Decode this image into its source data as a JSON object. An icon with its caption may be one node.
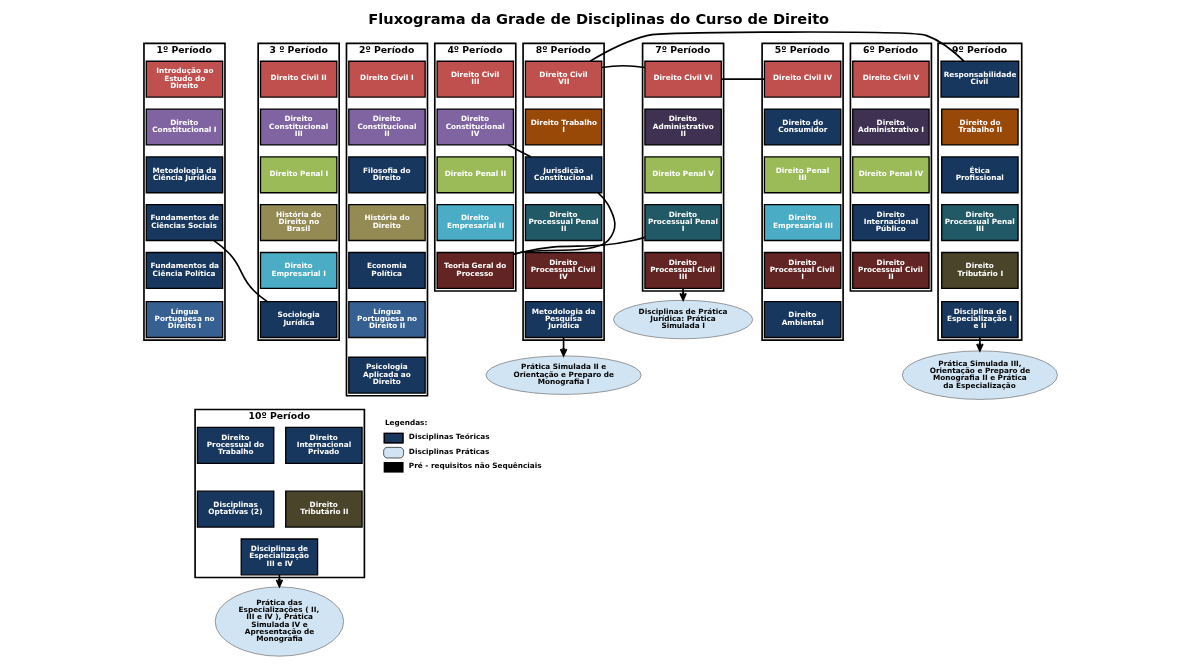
{
  "diagram": {
    "title": "Fluxograma da Grade de Disciplinas do Curso de Direito",
    "nodes": [
      {
        "text": [
          "1º Período"
        ]
      },
      {
        "text": [
          "Introdução ao Estudo do Direito"
        ],
        "in": 0
      },
      {
        "text": [
          "Direito Constitucional I"
        ],
        "in": 0
      },
      {
        "text": [
          "Metodologia da Ciência Jurídica"
        ],
        "in": 0
      },
      {
        "text": [
          "Fundamentos de Ciências Sociais"
        ],
        "in": 0
      },
      {
        "text": [
          "Fundamentos da Ciência Política"
        ],
        "in": 0
      },
      {
        "text": [
          "Língua Portuguesa no Direito I"
        ],
        "in": 0
      },
      {
        "text": [
          "2º Período"
        ]
      },
      {
        "text": [
          "Direito Civil I"
        ],
        "in": 7
      },
      {
        "text": [
          "Direito Constitucional II"
        ],
        "in": 7
      },
      {
        "text": [
          "Filosofia do Direito"
        ],
        "in": 7
      },
      {
        "text": [
          "História do Direito"
        ],
        "in": 7
      },
      {
        "text": [
          "Economia Política"
        ],
        "in": 7
      },
      {
        "text": [
          "Língua Portuguesa no Direito II"
        ],
        "in": 7
      },
      {
        "text": [
          "Psicologia Aplicada ao Direito"
        ],
        "in": 7
      },
      {
        "text": [
          "3 º Período"
        ]
      },
      {
        "text": [
          "Direito Civil II"
        ],
        "in": 15
      },
      {
        "text": [
          "Direito Constitucional III"
        ],
        "in": 15
      },
      {
        "text": [
          "Direito Penal I"
        ],
        "in": 15
      },
      {
        "text": [
          "História do Direito no Brasil"
        ],
        "in": 15
      },
      {
        "text": [
          "Direito Empresarial I"
        ],
        "in": 15
      },
      {
        "text": [
          "Sociologia Jurídica"
        ],
        "in": 15
      },
      {
        "text": [
          "4º Período"
        ]
      },
      {
        "text": [
          "Direito Civil III"
        ],
        "in": 22
      },
      {
        "text": [
          "Direito Constitucional IV"
        ],
        "in": 22
      },
      {
        "text": [
          "Direito Penal II"
        ],
        "in": 22
      },
      {
        "text": [
          "Direito Empresarial II"
        ],
        "in": 22
      },
      {
        "text": [
          "Teoria Geral do Processo"
        ],
        "in": 22
      },
      {
        "text": [
          "5º Período"
        ]
      },
      {
        "text": [
          "Direito Civil IV"
        ],
        "in": 28
      },
      {
        "text": [
          "Direito do Consumidor"
        ],
        "in": 28
      },
      {
        "text": [
          "Direito Penal III"
        ],
        "in": 28
      },
      {
        "text": [
          "Direito Empresarial III"
        ],
        "in": 28
      },
      {
        "text": [
          "Direito Processual Civil I"
        ],
        "in": 28
      },
      {
        "text": [
          "Direito Ambiental"
        ],
        "in": 28
      },
      {
        "text": [
          "6º Período"
        ]
      },
      {
        "text": [
          "Direito Civil V"
        ],
        "in": 35
      },
      {
        "text": [
          "Direito Administrativo I"
        ],
        "in": 35
      },
      {
        "text": [
          "Direito Penal IV"
        ],
        "in": 35
      },
      {
        "text": [
          "Direito Internacional Público"
        ],
        "in": 35
      },
      {
        "text": [
          "Direito Processual Civil II"
        ],
        "in": 35
      },
      {
        "text": [
          "7º Período"
        ]
      },
      {
        "text": [
          "Direito Civil VI"
        ],
        "in": 41
      },
      {
        "text": [
          "Direito Administrativo II"
        ],
        "in": 41
      },
      {
        "text": [
          "Direito Penal V"
        ],
        "in": 41
      },
      {
        "text": [
          "Direito Processual Penal I"
        ],
        "in": 41
      },
      {
        "text": [
          "Direito Processual Civil III"
        ],
        "in": 41
      },
      {
        "text": [
          "8º Período"
        ]
      },
      {
        "text": [
          "Direito Civil VII"
        ],
        "in": 47
      },
      {
        "text": [
          "Direito Trabalho I"
        ],
        "in": 47
      },
      {
        "text": [
          "Jurisdição Constitucional"
        ],
        "in": 47
      },
      {
        "text": [
          "Direito Processual Penal II"
        ],
        "in": 47
      },
      {
        "text": [
          "Direito Processual Civil IV"
        ],
        "in": 47
      },
      {
        "text": [
          "Metodologia da Pesquisa Jurídica"
        ],
        "in": 47
      },
      {
        "text": [
          "9º Período"
        ]
      },
      {
        "text": [
          "Responsabilidade Civil"
        ],
        "in": 54
      },
      {
        "text": [
          "Direito do Trabalho II"
        ],
        "in": 54
      },
      {
        "text": [
          "Ética Profissional"
        ],
        "in": 54
      },
      {
        "text": [
          "Direito Processual Penal III"
        ],
        "in": 54
      },
      {
        "text": [
          "Direito Tributário I"
        ],
        "in": 54
      },
      {
        "text": [
          "Disciplina de Especialização I e II"
        ],
        "in": 54
      },
      {
        "text": [
          "10º Período"
        ]
      },
      {
        "text": [
          "Direito Internacional Privado"
        ],
        "in": 61
      },
      {
        "text": [
          "Direito Processual do Trabalho"
        ],
        "in": 61
      },
      {
        "text": [
          "Direito Tributário II"
        ],
        "in": 61
      },
      {
        "text": [
          "Disciplinas Optativas (2)"
        ],
        "in": 61
      },
      {
        "text": [
          "Disciplinas de Especialização III e IV"
        ],
        "in": 61
      },
      {
        "text": [
          "Prática Simulada III, Orientação e Preparo de Monografia II e Prática da Especialização"
        ]
      },
      {
        "text": [
          "Prática Simulada II e Orientação e Preparo de Monografia I"
        ]
      },
      {
        "text": [
          "Disciplinas de Prática Jurídica: Prática Simulada I"
        ]
      },
      {
        "text": [
          "Prática das Especializações ( II, III e IV ), Prática Simulada IV e Apresentação de Monografia"
        ]
      }
    ],
    "edges": [
      {
        "from": 4,
        "to": 21,
        "arrow": "none"
      },
      {
        "from": 24,
        "to": 50,
        "arrow": "none"
      },
      {
        "from": 27,
        "to": 45,
        "arrow": "none"
      },
      {
        "from": 27,
        "to": 50,
        "arrow": "none"
      },
      {
        "from": 29,
        "to": 42,
        "arrow": "none"
      },
      {
        "from": 42,
        "to": 48,
        "arrow": "none"
      },
      {
        "from": 48,
        "to": 55,
        "arrow": "none"
      },
      {
        "from": 46,
        "to": 69,
        "arrow": "to"
      },
      {
        "from": 53,
        "to": 68,
        "arrow": "to"
      },
      {
        "from": 60,
        "to": 67,
        "arrow": "to"
      },
      {
        "from": 66,
        "to": 70,
        "arrow": "to"
      }
    ],
    "labels": [
      "Legendas:"
    ],
    "legend": [
      {
        "text": "Disciplinas Teóricas"
      },
      {
        "text": "Disciplinas Práticas"
      },
      {
        "text": "Pré - requisitos não Sequênciais"
      }
    ]
  }
}
